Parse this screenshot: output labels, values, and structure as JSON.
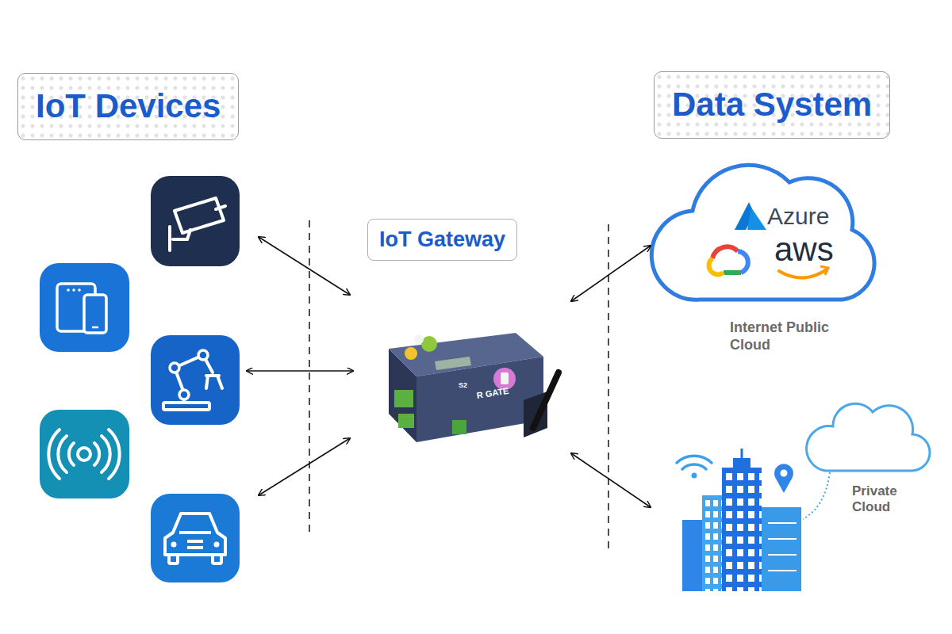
{
  "diagram": {
    "nodes": [
      {
        "text": [
          "IoT Devices"
        ]
      },
      {
        "text": [
          "IoT Gateway"
        ]
      },
      {
        "text": [
          "Data System"
        ]
      },
      {
        "text": [
          "S2",
          "R GATE"
        ]
      },
      {
        "text": [
          "Azure",
          "aws",
          "Internet Public Cloud"
        ]
      },
      {
        "text": [
          "Private Cloud"
        ]
      }
    ],
    "edges": [
      {
        "from": 3,
        "to": 4,
        "arrow": "both"
      },
      {
        "from": 3,
        "to": 5,
        "arrow": "both"
      }
    ]
  }
}
